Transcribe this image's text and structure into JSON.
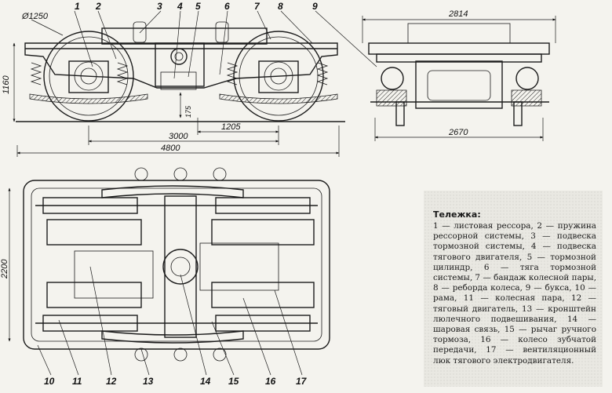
{
  "labels": {
    "dia": "Ø1250",
    "n1": "1",
    "n2": "2",
    "n3": "3",
    "n4": "4",
    "n5": "5",
    "n6": "6",
    "n7": "7",
    "n8": "8",
    "n9": "9",
    "n10": "10",
    "n11": "11",
    "n12": "12",
    "n13": "13",
    "n14": "14",
    "n15": "15",
    "n16": "16",
    "n17": "17"
  },
  "dimensions": {
    "d1160": "1160",
    "d175": "175",
    "d3000": "3000",
    "d1205": "1205",
    "d4800": "4800",
    "d2814": "2814",
    "d2670": "2670",
    "d2200": "2200"
  },
  "legend": {
    "title": "Тележка:",
    "body": "1 — листовая рессора, 2 — пружина рессорной системы, 3 — подвеска тормозной системы, 4 — подвеска тягового двигателя, 5 — тормозной цилиндр, 6 — тяга тормозной системы, 7 — бандаж колесной пары, 8 — реборда колеса, 9 — букса, 10 — рама, 11 — колесная пара, 12 — тяговый двигатель, 13 — кронштейн люлечного подвешивания, 14 — шаровая связь, 15 — рычаг ручного тормоза, 16 — колесо зубчатой передачи, 17 — вентиляционный люк тягового электродвигателя."
  }
}
